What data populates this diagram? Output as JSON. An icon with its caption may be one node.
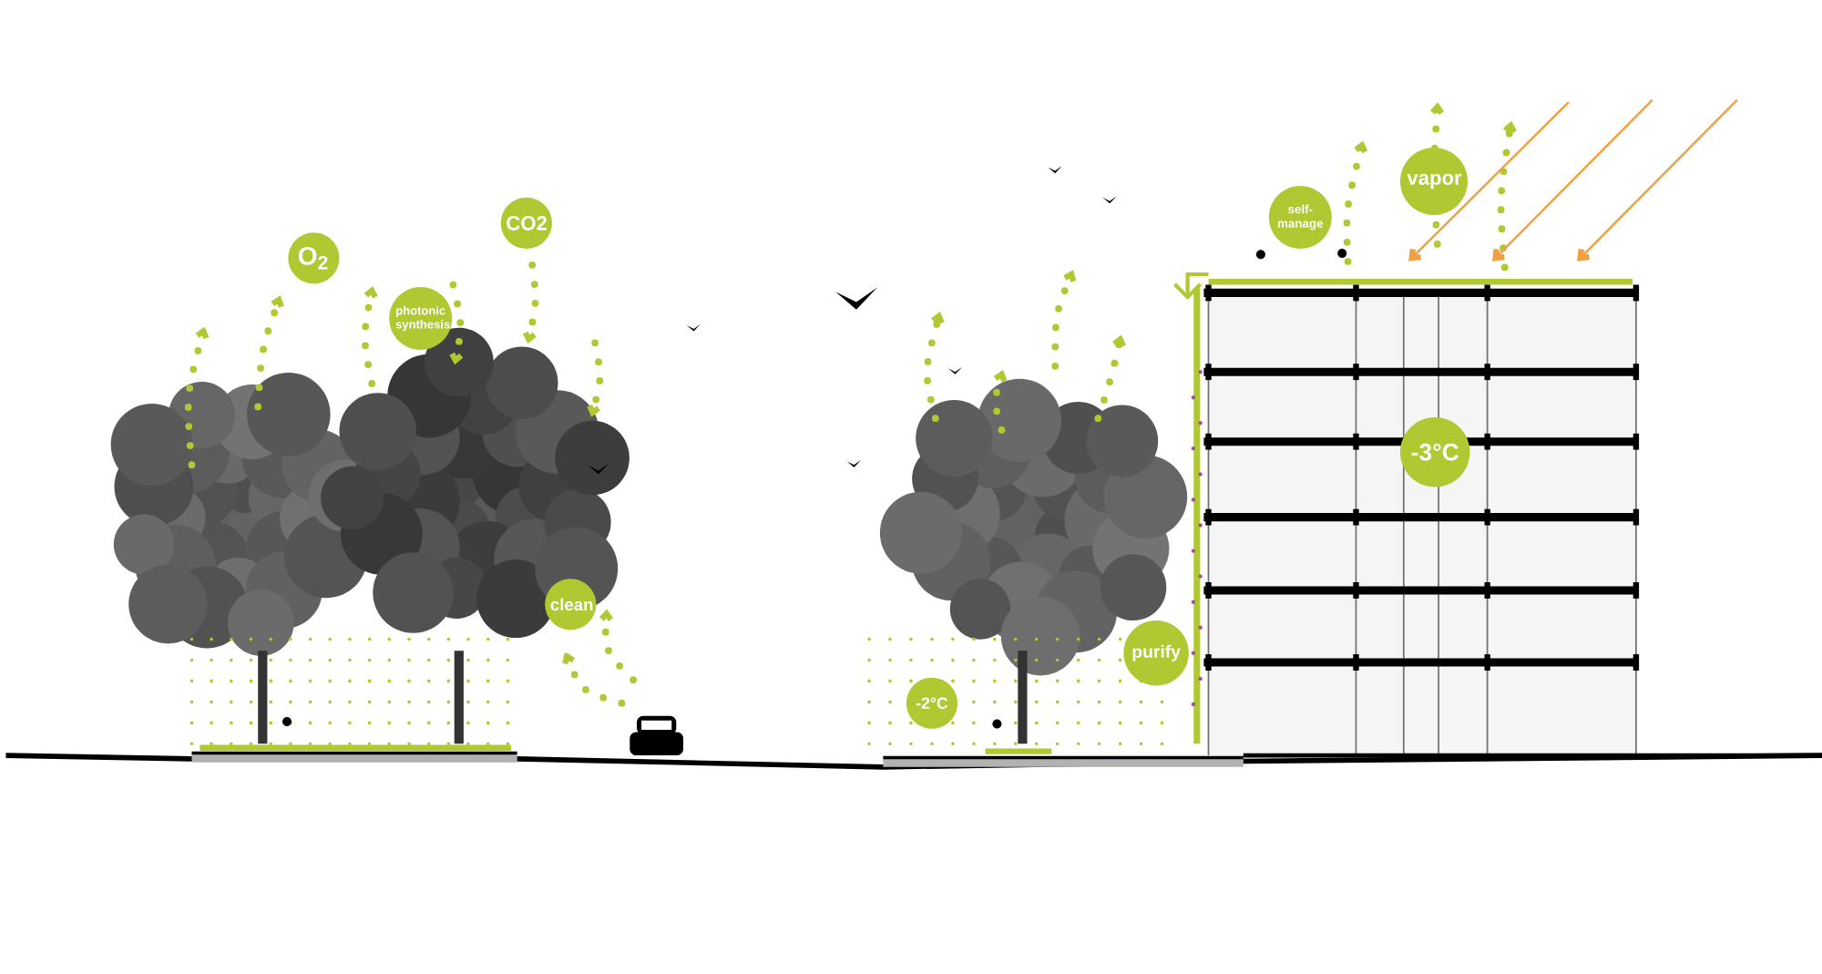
{
  "diagram": {
    "nodes": [
      {
        "text": [
          "O$_{2}$"
        ]
      },
      {
        "text": [
          "CO2"
        ]
      },
      {
        "text": [
          "photonic synthesis"
        ]
      },
      {
        "text": [
          "clean"
        ]
      },
      {
        "text": [
          "-2°C"
        ]
      },
      {
        "text": [
          "purify"
        ]
      },
      {
        "text": [
          "-3°C"
        ]
      },
      {
        "text": [
          "self-manage"
        ]
      },
      {
        "text": [
          "vapor"
        ]
      }
    ]
  }
}
